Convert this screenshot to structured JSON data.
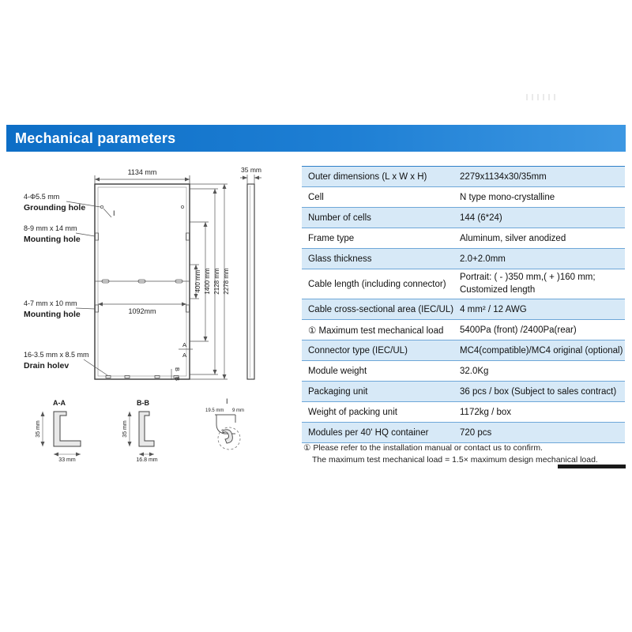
{
  "header": {
    "title": "Mechanical parameters"
  },
  "diagram": {
    "top_width": "1134 mm",
    "side_width": "35 mm",
    "inner_width": "1092mm",
    "v400": "400 mm",
    "v1400": "1400 mm",
    "v2128": "2128 mm",
    "v2278": "2278 mm",
    "grounding_spec": "4-Φ5.5 mm",
    "grounding_name": "Grounding hole",
    "mounting1_spec": "8-9 mm x 14 mm",
    "mounting1_name": "Mounting hole",
    "mounting2_spec": "4-7 mm x 10 mm",
    "mounting2_name": "Mounting hole",
    "drain_spec": "16-3.5 mm x 8.5 mm",
    "drain_name": "Drain holev",
    "detail_i": "I",
    "section_a": "A",
    "section_b": "B",
    "aa": {
      "label": "A-A",
      "h": "35 mm",
      "w": "33 mm"
    },
    "bb": {
      "label": "B-B",
      "h": "35 mm",
      "w": "16.8 mm"
    },
    "ii": {
      "label": "I",
      "d1": "19.5 mm",
      "d2": "9 mm"
    }
  },
  "table": {
    "rows": [
      {
        "label": "Outer dimensions (L x W x H)",
        "value": "2279x1134x30/35mm"
      },
      {
        "label": "Cell",
        "value": "N type mono-crystalline"
      },
      {
        "label": "Number of cells",
        "value": "144  (6*24)"
      },
      {
        "label": "Frame type",
        "value": "Aluminum, silver anodized"
      },
      {
        "label": "Glass thickness",
        "value": "2.0+2.0mm"
      },
      {
        "label": "Cable length (including connector)",
        "value": "Portrait: ( - )350 mm,( + )160 mm; Customized length"
      },
      {
        "label": "Cable cross-sectional area (IEC/UL)",
        "value": "4 mm² / 12 AWG"
      },
      {
        "label": "① Maximum test mechanical load",
        "value": "5400Pa (front) /2400Pa(rear)"
      },
      {
        "label": "Connector type (IEC/UL)",
        "value": "MC4(compatible)/MC4 original (optional)"
      },
      {
        "label": "Module weight",
        "value": "32.0Kg"
      },
      {
        "label": "Packaging unit",
        "value": "36 pcs / box (Subject to sales contract)"
      },
      {
        "label": "Weight of packing unit",
        "value": "1172kg / box"
      },
      {
        "label": "Modules per 40' HQ container",
        "value": "720 pcs"
      }
    ]
  },
  "footnote": {
    "line1": "① Please refer to the installation manual or contact us to confirm.",
    "line2": "The maximum test mechanical load = 1.5× maximum design mechanical load."
  }
}
